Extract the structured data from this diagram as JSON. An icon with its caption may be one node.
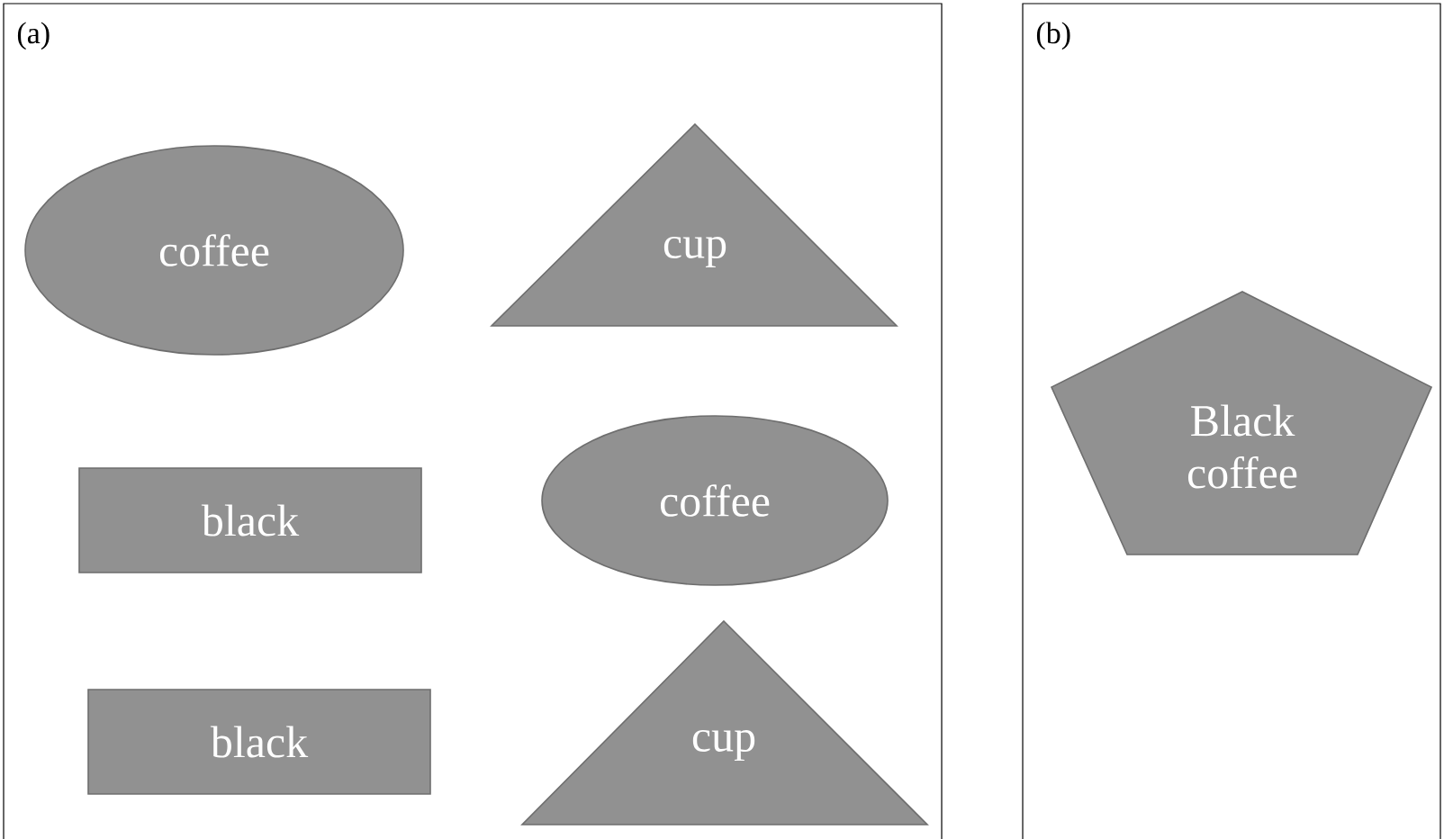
{
  "diagram": {
    "nodes": [
      {
        "text": [
          "(a)"
        ]
      },
      {
        "text": [
          "coffee"
        ],
        "in": 0
      },
      {
        "text": [
          "cup"
        ],
        "in": 0
      },
      {
        "text": [
          "black"
        ],
        "in": 0
      },
      {
        "text": [
          "coffee"
        ],
        "in": 0
      },
      {
        "text": [
          "black"
        ],
        "in": 0
      },
      {
        "text": [
          "cup"
        ],
        "in": 0
      },
      {
        "text": [
          "(b)"
        ]
      },
      {
        "text": [
          "Black coffee"
        ],
        "in": 7
      }
    ]
  }
}
